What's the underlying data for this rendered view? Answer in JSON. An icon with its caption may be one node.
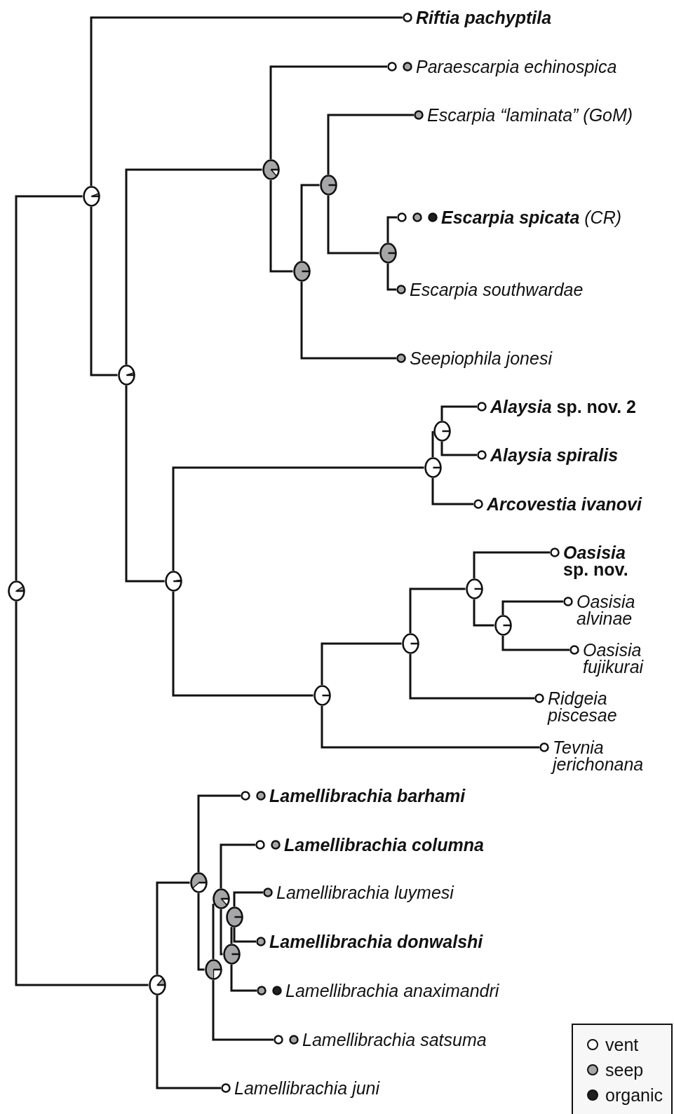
{
  "diagram": {
    "nodes": [
      {
        "text": [],
        "shape": "circle"
      },
      {
        "text": [],
        "shape": "circle"
      },
      {
        "text": [
          "Riftia pachyptila"
        ]
      },
      {
        "text": [],
        "shape": "circle"
      },
      {
        "text": [],
        "shape": "circle"
      },
      {
        "text": [
          "Paraescarpia echinospica"
        ]
      },
      {
        "text": [],
        "shape": "circle"
      },
      {
        "text": [],
        "shape": "circle"
      },
      {
        "text": [
          "Escarpia “laminata” (GoM)"
        ]
      },
      {
        "text": [],
        "shape": "circle"
      },
      {
        "text": [
          "**Escarpia spicata** (CR)"
        ]
      },
      {
        "text": [
          "Escarpia southwardae"
        ]
      },
      {
        "text": [
          "Seepiophila jonesi"
        ]
      },
      {
        "text": [],
        "shape": "circle"
      },
      {
        "text": [],
        "shape": "circle"
      },
      {
        "text": [],
        "shape": "circle"
      },
      {
        "text": [
          "*Alaysia* sp. nov. 2"
        ]
      },
      {
        "text": [
          "Alaysia spiralis"
        ]
      },
      {
        "text": [
          "Arcovestia ivanovi"
        ]
      },
      {
        "text": [],
        "shape": "circle"
      },
      {
        "text": [],
        "shape": "circle"
      },
      {
        "text": [],
        "shape": "circle"
      },
      {
        "text": [
          "*Oasisia* sp. nov."
        ]
      },
      {
        "text": [],
        "shape": "circle"
      },
      {
        "text": [
          "Oasisia alvinae"
        ]
      },
      {
        "text": [
          "Oasisia fujikurai"
        ]
      },
      {
        "text": [
          "Ridgeia piscesae"
        ]
      },
      {
        "text": [
          "Tevnia jerichonana"
        ]
      },
      {
        "text": [],
        "shape": "circle"
      },
      {
        "text": [],
        "shape": "circle"
      },
      {
        "text": [
          "Lamellibrachia barhami"
        ]
      },
      {
        "text": [],
        "shape": "circle"
      },
      {
        "text": [],
        "shape": "circle"
      },
      {
        "text": [
          "Lamellibrachia columna"
        ]
      },
      {
        "text": [],
        "shape": "circle"
      },
      {
        "text": [],
        "shape": "circle"
      },
      {
        "text": [
          "Lamellibrachia luymesi"
        ]
      },
      {
        "text": [
          "Lamellibrachia donwalshi"
        ]
      },
      {
        "text": [
          "Lamellibrachia anaximandri"
        ]
      },
      {
        "text": [
          "Lamellibrachia satsuma"
        ]
      },
      {
        "text": [
          "Lamellibrachia juni"
        ]
      }
    ],
    "edges": [
      {
        "from": 0,
        "to": 1,
        "arrow": "none"
      },
      {
        "from": 0,
        "to": 28,
        "arrow": "none"
      },
      {
        "from": 1,
        "to": 2,
        "arrow": "none"
      },
      {
        "from": 1,
        "to": 3,
        "arrow": "none"
      },
      {
        "from": 3,
        "to": 4,
        "arrow": "none"
      },
      {
        "from": 3,
        "to": 13,
        "arrow": "none"
      },
      {
        "from": 4,
        "to": 5,
        "arrow": "none"
      },
      {
        "from": 4,
        "to": 6,
        "arrow": "none"
      },
      {
        "from": 6,
        "to": 7,
        "arrow": "none"
      },
      {
        "from": 6,
        "to": 12,
        "arrow": "none"
      },
      {
        "from": 7,
        "to": 8,
        "arrow": "none"
      },
      {
        "from": 7,
        "to": 9,
        "arrow": "none"
      },
      {
        "from": 9,
        "to": 10,
        "arrow": "none"
      },
      {
        "from": 9,
        "to": 11,
        "arrow": "none"
      },
      {
        "from": 13,
        "to": 14,
        "arrow": "none"
      },
      {
        "from": 13,
        "to": 19,
        "arrow": "none"
      },
      {
        "from": 14,
        "to": 15,
        "arrow": "none"
      },
      {
        "from": 14,
        "to": 18,
        "arrow": "none"
      },
      {
        "from": 15,
        "to": 16,
        "arrow": "none"
      },
      {
        "from": 15,
        "to": 17,
        "arrow": "none"
      },
      {
        "from": 19,
        "to": 20,
        "arrow": "none"
      },
      {
        "from": 19,
        "to": 27,
        "arrow": "none"
      },
      {
        "from": 20,
        "to": 21,
        "arrow": "none"
      },
      {
        "from": 20,
        "to": 26,
        "arrow": "none"
      },
      {
        "from": 21,
        "to": 22,
        "arrow": "none"
      },
      {
        "from": 21,
        "to": 23,
        "arrow": "none"
      },
      {
        "from": 23,
        "to": 24,
        "arrow": "none"
      },
      {
        "from": 23,
        "to": 25,
        "arrow": "none"
      },
      {
        "from": 28,
        "to": 29,
        "arrow": "none"
      },
      {
        "from": 28,
        "to": 40,
        "arrow": "none"
      },
      {
        "from": 29,
        "to": 30,
        "arrow": "none"
      },
      {
        "from": 29,
        "to": 31,
        "arrow": "none"
      },
      {
        "from": 31,
        "to": 32,
        "arrow": "none"
      },
      {
        "from": 31,
        "to": 39,
        "arrow": "none"
      },
      {
        "from": 32,
        "to": 33,
        "arrow": "none"
      },
      {
        "from": 32,
        "to": 34,
        "arrow": "none"
      },
      {
        "from": 34,
        "to": 35,
        "arrow": "none"
      },
      {
        "from": 34,
        "to": 38,
        "arrow": "none"
      },
      {
        "from": 35,
        "to": 36,
        "arrow": "none"
      },
      {
        "from": 35,
        "to": 37,
        "arrow": "none"
      }
    ],
    "legend": [
      {
        "text": "vent",
        "color": "#ffffff"
      },
      {
        "text": "seep",
        "color": "#a6a6a8"
      },
      {
        "text": "organic",
        "color": "#231f20"
      }
    ]
  }
}
